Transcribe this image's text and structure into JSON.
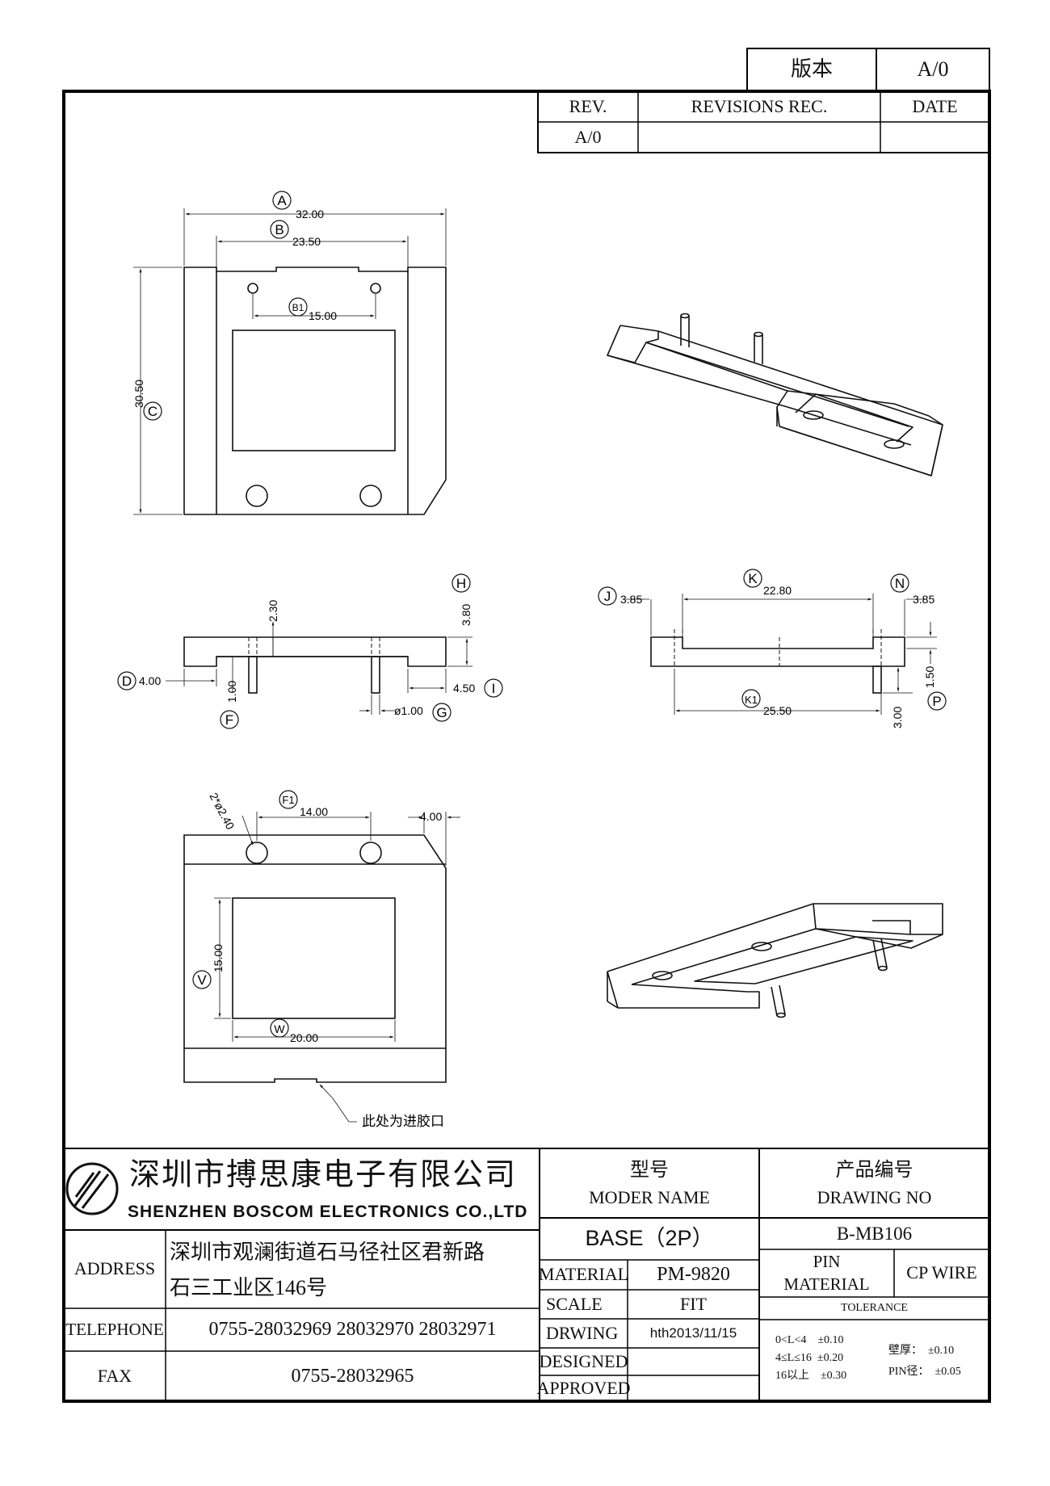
{
  "version_box": {
    "label": "版本",
    "value": "A/0"
  },
  "revision_table": {
    "headers": [
      "REV.",
      "REVISIONS REC.",
      "DATE"
    ],
    "rows": [
      [
        "A/0",
        "",
        ""
      ]
    ]
  },
  "drawing": {
    "top_view": {
      "dim_a": "32.00",
      "label_a": "A",
      "dim_b": "23.50",
      "label_b": "B",
      "dim_b1": "15.00",
      "label_b1": "B1",
      "dim_c": "30.50",
      "label_c": "C"
    },
    "side_view": {
      "dim_h1": "2.30",
      "dim_h": "3.80",
      "label_h": "H",
      "dim_d": "4.00",
      "label_d": "D",
      "dim_f": "1.00",
      "label_f": "F",
      "dim_i": "4.50",
      "label_i": "I",
      "dim_g": "ø1.00",
      "label_g": "G"
    },
    "front_view": {
      "dim_j": "3.85",
      "label_j": "J",
      "dim_k": "22.80",
      "label_k": "K",
      "dim_n": "3.85",
      "label_n": "N",
      "dim_k1": "25.50",
      "label_k1": "K1",
      "dim_p": "1.50",
      "dim_p2": "3.00",
      "label_p": "P"
    },
    "bottom_view": {
      "dim_holes": "2*ø2.40",
      "dim_f1": "14.00",
      "label_f1": "F1",
      "dim_chamfer": "4.00",
      "dim_v": "15.00",
      "label_v": "V",
      "dim_w": "20.00",
      "label_w": "W",
      "gate_note": "此处为进胶口"
    }
  },
  "title_block": {
    "company_cn": "深圳市搏思康电子有限公司",
    "company_en": "SHENZHEN BOSCOM ELECTRONICS CO.,LTD",
    "address_label": "ADDRESS",
    "address_line1": "深圳市观澜街道石马径社区君新路",
    "address_line2": "石三工业区146号",
    "telephone_label": "TELEPHONE",
    "telephone": "0755-28032969 28032970 28032971",
    "fax_label": "FAX",
    "fax": "0755-28032965",
    "model_label_cn": "型号",
    "model_label_en": "MODER NAME",
    "model_value": "BASE（2P）",
    "drawing_no_label_cn": "产品编号",
    "drawing_no_label_en": "DRAWING NO",
    "drawing_no_value": "B-MB106",
    "material_label": "MATERIAL",
    "material_value": "PM-9820",
    "scale_label": "SCALE",
    "scale_value": "FIT",
    "drawing_label": "DRWING",
    "drawing_value": "hth2013/11/15",
    "designed_label": "DESIGNED",
    "approved_label": "APPROVED",
    "pin_material_label1": "PIN",
    "pin_material_label2": "MATERIAL",
    "pin_material_value": "CP WIRE",
    "tolerance_label": "TOLERANCE",
    "tolerance_rows": [
      "0<L<4    ±0.10",
      "4≤L≤16  ±0.20",
      "16以上    ±0.30"
    ],
    "tolerance_wall": "壁厚：  ±0.10",
    "tolerance_pin": "PIN径：  ±0.05"
  }
}
